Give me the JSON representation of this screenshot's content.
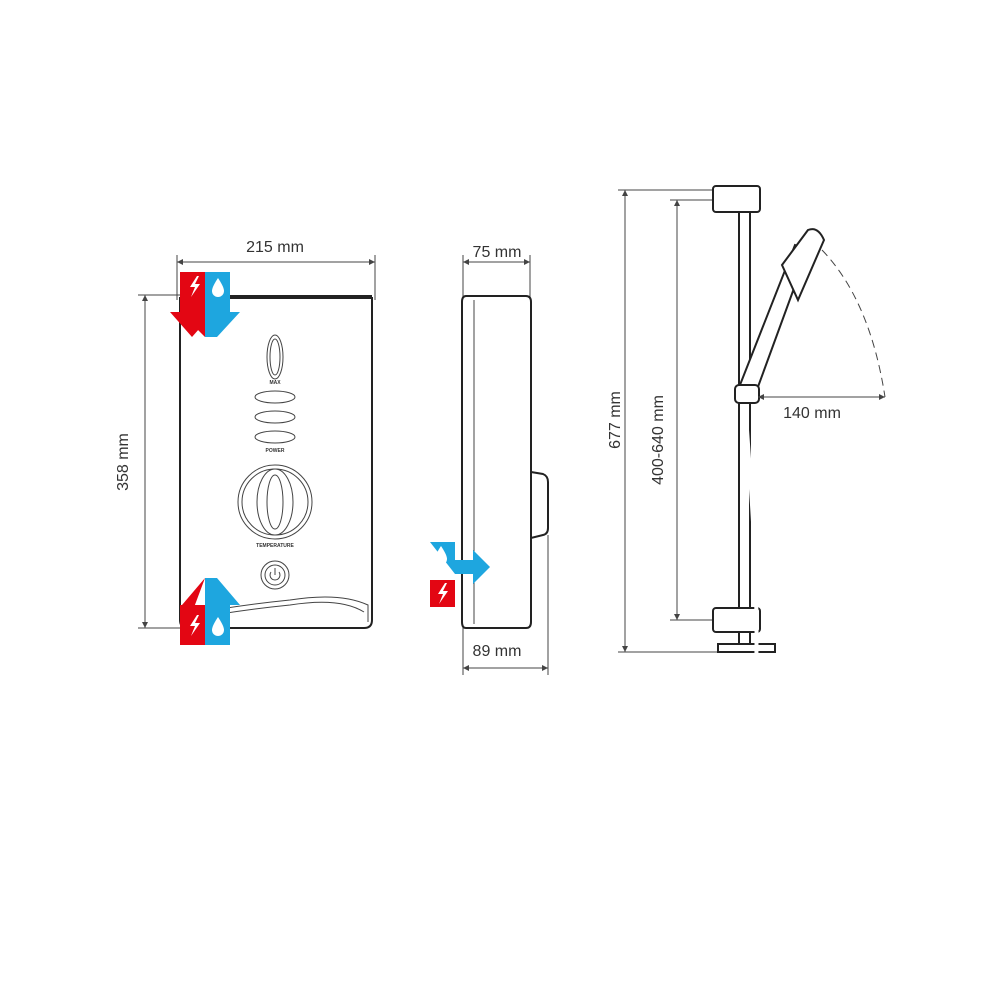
{
  "dimensions": {
    "front_width": "215 mm",
    "front_height": "358 mm",
    "side_depth_top": "75 mm",
    "side_depth_bottom": "89 mm",
    "rail_total_height": "677 mm",
    "rail_adjustable": "400-640 mm",
    "handset_reach": "140 mm"
  },
  "panel_labels": {
    "max": "MAX",
    "power": "POWER",
    "temperature": "TEMPERATURE"
  },
  "colors": {
    "electric": "#e30613",
    "water": "#1ea6df"
  }
}
